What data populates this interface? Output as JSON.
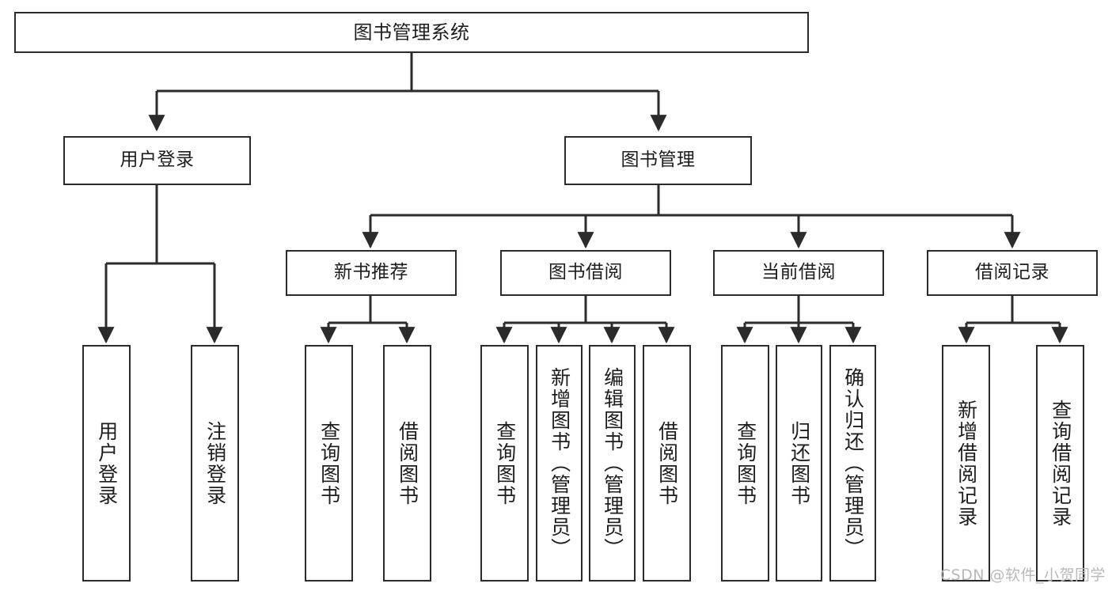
{
  "diagram": {
    "type": "tree-hierarchy-chart",
    "title": "图书管理系统",
    "colors": {
      "border": "#2b2b2b",
      "background": "#ffffff",
      "text": "#1d1d1d",
      "edge": "#2b2b2b",
      "watermark": "#b9b9b9"
    },
    "levels": [
      {
        "level": 0,
        "nodes": [
          {
            "id": "root",
            "label": "图书管理系统",
            "orientation": "horizontal"
          }
        ]
      },
      {
        "level": 1,
        "nodes": [
          {
            "id": "user-login",
            "label": "用户登录",
            "orientation": "horizontal",
            "parent": "root"
          },
          {
            "id": "book-manage",
            "label": "图书管理",
            "orientation": "horizontal",
            "parent": "root"
          }
        ]
      },
      {
        "level": 2,
        "nodes": [
          {
            "id": "new-book-rec",
            "label": "新书推荐",
            "orientation": "horizontal",
            "parent": "book-manage"
          },
          {
            "id": "book-borrow",
            "label": "图书借阅",
            "orientation": "horizontal",
            "parent": "book-manage"
          },
          {
            "id": "current-borrow",
            "label": "当前借阅",
            "orientation": "horizontal",
            "parent": "book-manage"
          },
          {
            "id": "borrow-record",
            "label": "借阅记录",
            "orientation": "horizontal",
            "parent": "book-manage"
          }
        ]
      },
      {
        "level": 3,
        "nodes": [
          {
            "id": "leaf-user-login",
            "label": "用户登录",
            "orientation": "vertical",
            "parent": "user-login"
          },
          {
            "id": "leaf-logout",
            "label": "注销登录",
            "orientation": "vertical",
            "parent": "user-login"
          },
          {
            "id": "leaf-query-book-1",
            "label": "查询图书",
            "orientation": "vertical",
            "parent": "new-book-rec"
          },
          {
            "id": "leaf-borrow-book-1",
            "label": "借阅图书",
            "orientation": "vertical",
            "parent": "new-book-rec"
          },
          {
            "id": "leaf-query-book-2",
            "label": "查询图书",
            "orientation": "vertical",
            "parent": "book-borrow"
          },
          {
            "id": "leaf-add-book",
            "label": "新增图书（管理员）",
            "orientation": "vertical",
            "parent": "book-borrow"
          },
          {
            "id": "leaf-edit-book",
            "label": "编辑图书（管理员）",
            "orientation": "vertical",
            "parent": "book-borrow"
          },
          {
            "id": "leaf-borrow-book-2",
            "label": "借阅图书",
            "orientation": "vertical",
            "parent": "book-borrow"
          },
          {
            "id": "leaf-query-book-3",
            "label": "查询图书",
            "orientation": "vertical",
            "parent": "current-borrow"
          },
          {
            "id": "leaf-return-book",
            "label": "归还图书",
            "orientation": "vertical",
            "parent": "current-borrow"
          },
          {
            "id": "leaf-confirm-return",
            "label": "确认归还（管理员）",
            "orientation": "vertical",
            "parent": "current-borrow"
          },
          {
            "id": "leaf-add-record",
            "label": "新增借阅记录",
            "orientation": "vertical",
            "parent": "borrow-record"
          },
          {
            "id": "leaf-query-record",
            "label": "查询借阅记录",
            "orientation": "vertical",
            "parent": "borrow-record"
          }
        ]
      }
    ]
  },
  "watermark": {
    "text": "CSDN @软件_小贺同学"
  }
}
